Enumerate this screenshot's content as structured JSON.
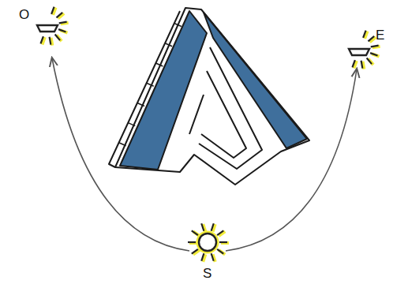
{
  "diagram": {
    "labels": [
      "O",
      "E",
      "S"
    ]
  }
}
